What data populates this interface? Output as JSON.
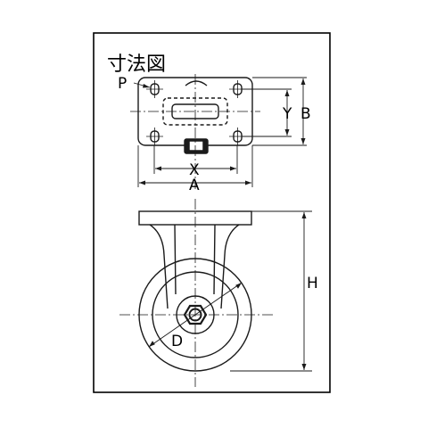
{
  "title": "寸法図",
  "labels": {
    "p": "P",
    "x": "X",
    "a": "A",
    "y": "Y",
    "b": "B",
    "h": "H",
    "d": "D"
  },
  "colors": {
    "frame": "#000000",
    "line": "#1a1a1a",
    "background": "#ffffff"
  }
}
